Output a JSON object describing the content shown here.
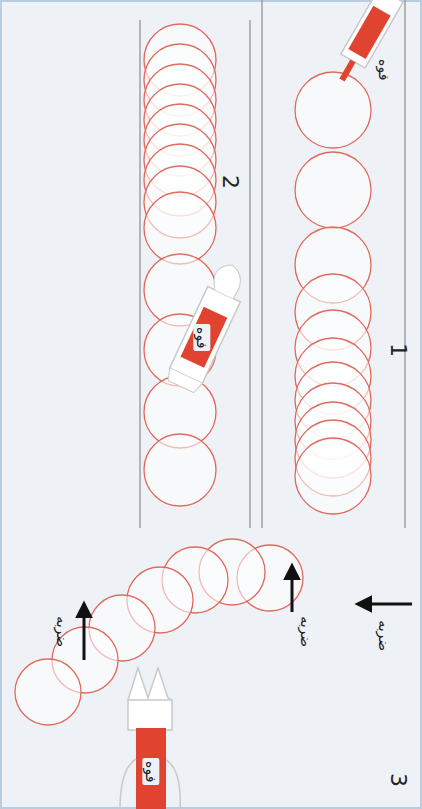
{
  "diagram": {
    "labels": [
      "1",
      "فوه",
      "2",
      "فوه",
      "ضربه",
      "ضربه",
      "ضربه",
      "3",
      "فوه"
    ]
  }
}
